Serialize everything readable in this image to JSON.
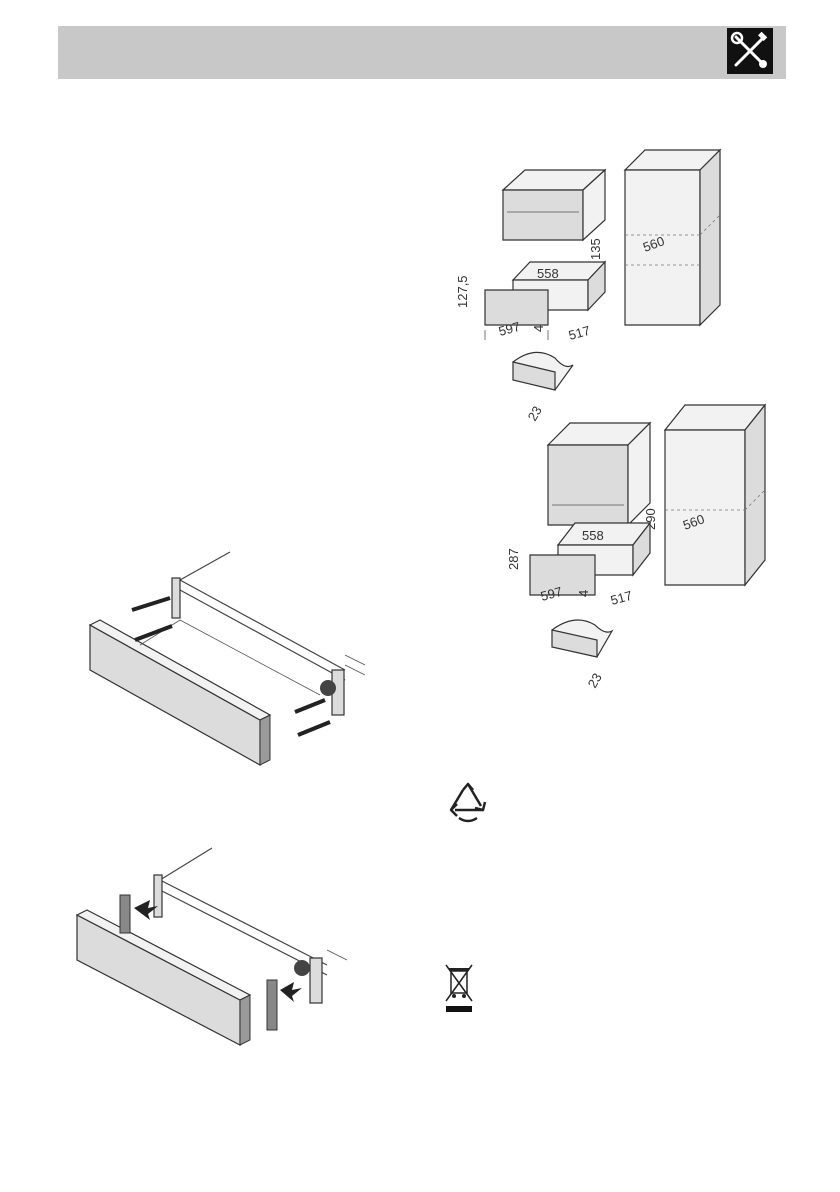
{
  "header": {
    "icon": "tools-icon"
  },
  "dimensions_top": {
    "d1": "558",
    "d2": "135",
    "d3": "127,5",
    "d4": "597",
    "d5": "4",
    "d6": "517",
    "d7": "560",
    "d8": "23"
  },
  "dimensions_bottom": {
    "d1": "558",
    "d2": "290",
    "d3": "287",
    "d4": "597",
    "d5": "4",
    "d6": "517",
    "d7": "560",
    "d8": "23"
  },
  "symbols": {
    "recycle": "recycle-icon",
    "weee": "weee-bin-icon"
  }
}
